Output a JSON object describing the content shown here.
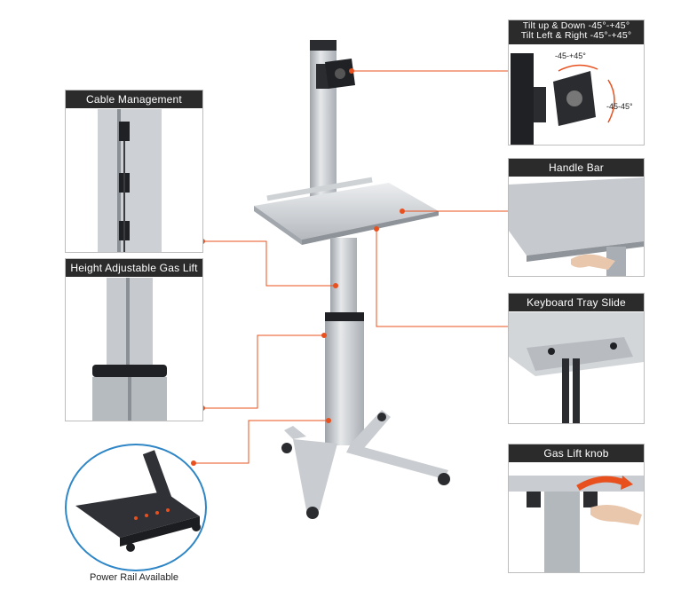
{
  "callouts": {
    "tilt": {
      "line1": "Tilt up & Down -45°-+45°",
      "line2": "Tilt Left & Right -45°-+45°",
      "angle_top": "-45-+45°",
      "angle_side": "-45-45°"
    },
    "handle_bar": "Handle Bar",
    "keyboard_tray": "Keyboard Tray Slide",
    "gas_lift_knob": "Gas Lift knob",
    "cable_management": "Cable Management",
    "height_adjustable": "Height Adjustable Gas Lift",
    "power_rail": "Power Rail Available"
  },
  "colors": {
    "accent": "#e8501e",
    "header_bg": "#2b2b2b",
    "aluminum": "#c9ccd0",
    "dark_metal": "#2a2c30"
  }
}
